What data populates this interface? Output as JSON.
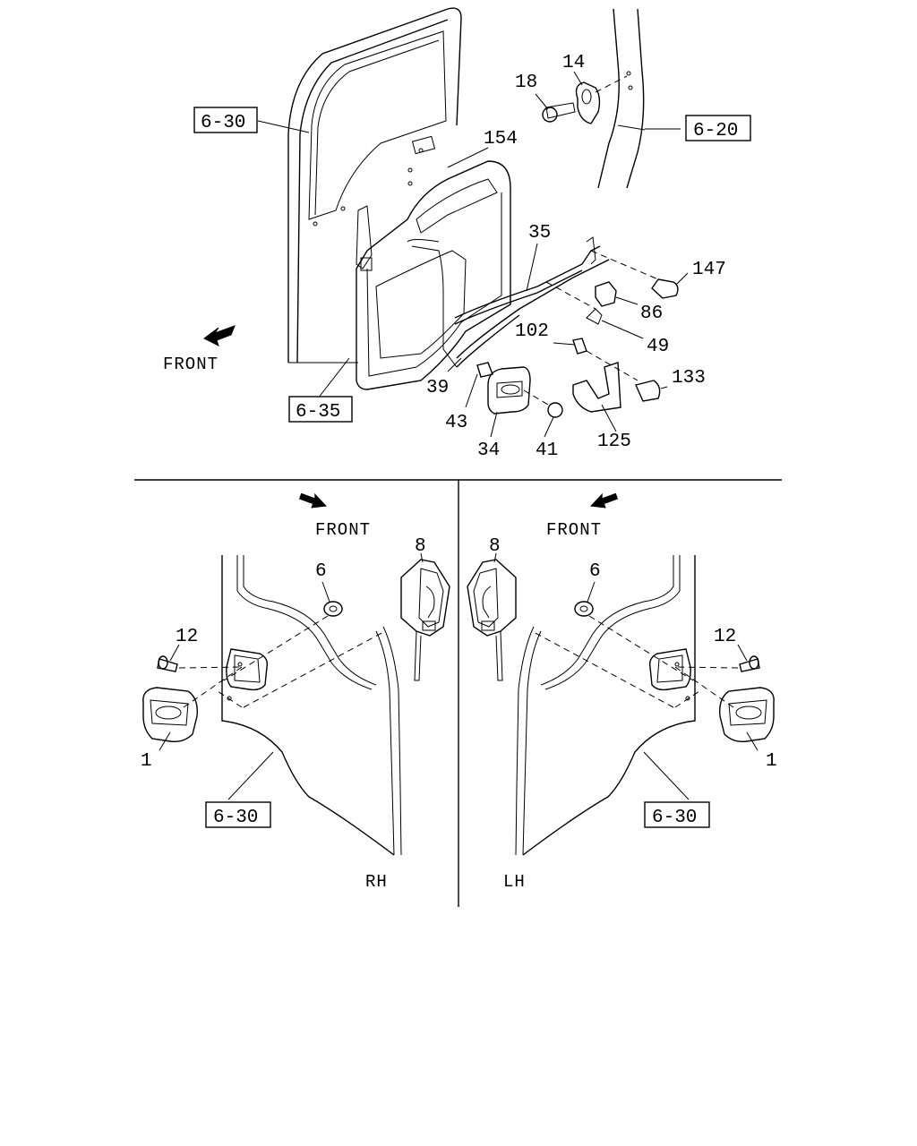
{
  "refs": {
    "top_door_frame": "6-30",
    "top_pillar": "6-20",
    "top_trim": "6-35",
    "rh_door": "6-30",
    "lh_door": "6-30"
  },
  "parts": {
    "p18": "18",
    "p14": "14",
    "p154": "154",
    "p35": "35",
    "p147": "147",
    "p86": "86",
    "p49": "49",
    "p102": "102",
    "p133": "133",
    "p39": "39",
    "p43": "43",
    "p34": "34",
    "p41": "41",
    "p125": "125",
    "rh_8": "8",
    "rh_6": "6",
    "rh_12": "12",
    "rh_1": "1",
    "lh_8": "8",
    "lh_6": "6",
    "lh_12": "12",
    "lh_1": "1"
  },
  "captions": {
    "front_top": "FRONT",
    "front_rh": "FRONT",
    "front_lh": "FRONT",
    "rh": "RH",
    "lh": "LH"
  },
  "icons": [
    "front-arrow-icon"
  ]
}
